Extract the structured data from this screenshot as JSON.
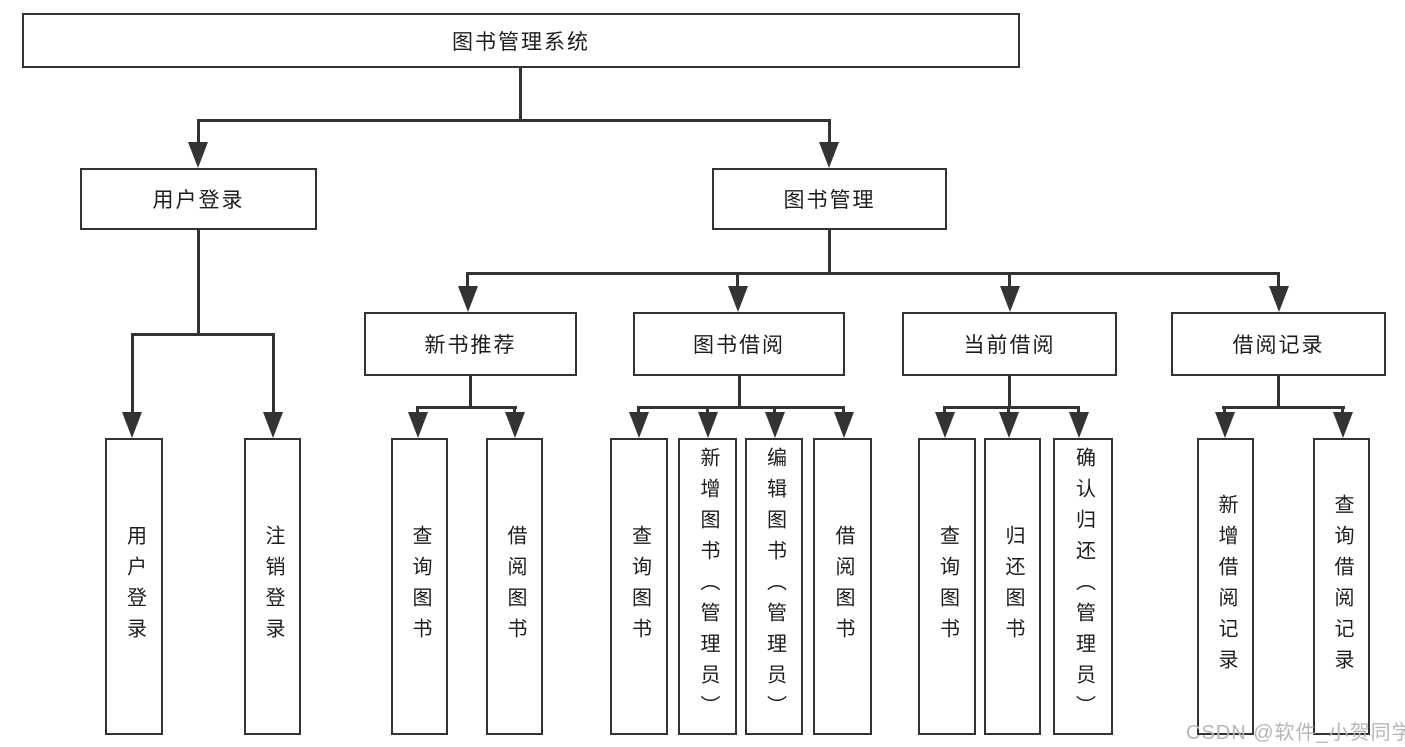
{
  "diagram": {
    "root": {
      "label": "图书管理系统"
    },
    "level2": [
      {
        "label": "用户登录"
      },
      {
        "label": "图书管理"
      }
    ],
    "level3": [
      {
        "label": "新书推荐"
      },
      {
        "label": "图书借阅"
      },
      {
        "label": "当前借阅"
      },
      {
        "label": "借阅记录"
      }
    ],
    "leaves": {
      "user_login": [
        {
          "label": "用户登录"
        },
        {
          "label": "注销登录"
        }
      ],
      "new_book_recommend": [
        {
          "label": "查询图书"
        },
        {
          "label": "借阅图书"
        }
      ],
      "book_borrow": [
        {
          "label": "查询图书"
        },
        {
          "label": "新增图书（管理员）"
        },
        {
          "label": "编辑图书（管理员）"
        },
        {
          "label": "借阅图书"
        }
      ],
      "current_borrow": [
        {
          "label": "查询图书"
        },
        {
          "label": "归还图书"
        },
        {
          "label": "确认归还（管理员）"
        }
      ],
      "borrow_record": [
        {
          "label": "新增借阅记录"
        },
        {
          "label": "查询借阅记录"
        }
      ]
    }
  },
  "watermark": {
    "text": "CSDN @软件_小贺同学",
    "color": "#b6b6bc"
  },
  "colors": {
    "line": "#333333",
    "border": "#333333",
    "text": "#1d1d1d",
    "background": "#ffffff"
  }
}
